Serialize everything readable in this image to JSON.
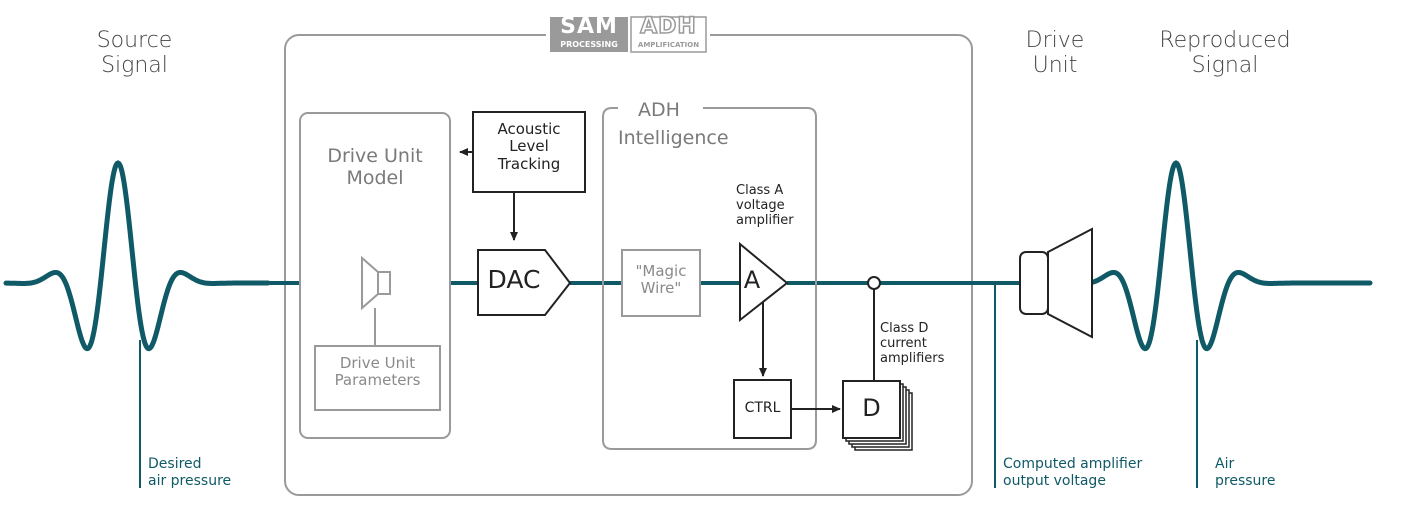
{
  "colors": {
    "signal": "#0f5a66",
    "grey": "#8a8a8a",
    "dark": "#222222"
  },
  "top_labels": {
    "source": "Source\nSignal",
    "drive_unit": "Drive\nUnit",
    "reproduced": "Reproduced\nSignal"
  },
  "badge": {
    "sam": "SAM",
    "sam_sub": "PROCESSING",
    "adh": "ADH",
    "adh_sub": "AMPLIFICATION"
  },
  "blocks": {
    "drive_unit_model": "Drive Unit\nModel",
    "drive_unit_parameters": "Drive Unit\nParameters",
    "acoustic_level_tracking": "Acoustic\nLevel\nTracking",
    "dac": "DAC",
    "adh_intelligence": "ADH\nIntelligence",
    "magic_wire": "\"Magic\nWire\"",
    "amp_a": "A",
    "class_a": "Class A\nvoltage\namplifier",
    "ctrl": "CTRL",
    "amp_d": "D",
    "class_d": "Class D\ncurrent\namplifiers"
  },
  "bottom_notes": {
    "desired": "Desired\nair pressure",
    "computed": "Computed amplifier\noutput voltage",
    "air": "Air\npressure"
  }
}
